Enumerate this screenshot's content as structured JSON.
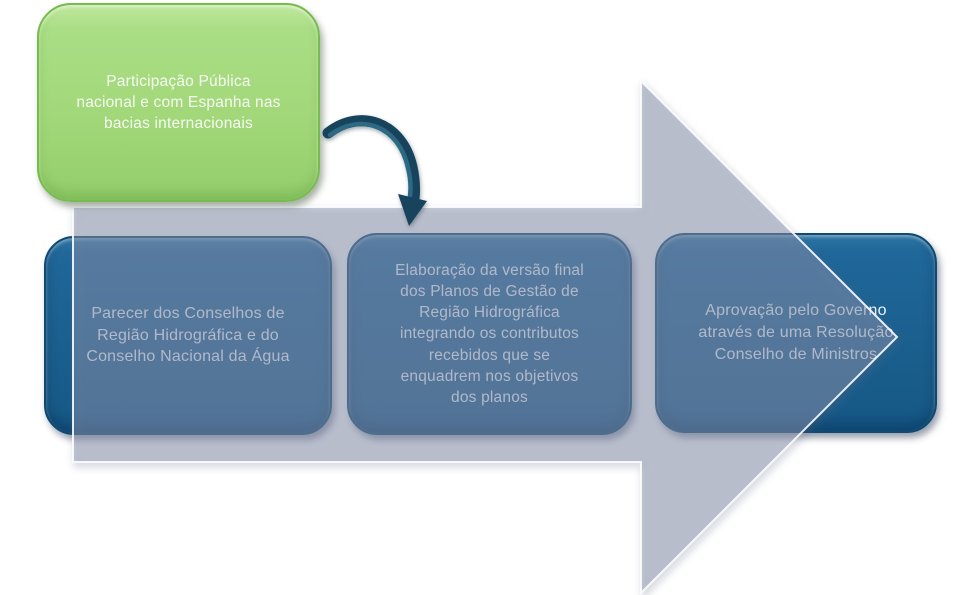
{
  "diagram": {
    "background_color": "#ffffff",
    "colors": {
      "green_node_fill": "#a2d87a",
      "green_node_border": "#77bb4e",
      "blue_node_fill": "#1b608f",
      "blue_node_border": "#0e4a71",
      "flow_arrow_fill": "#c9cfde",
      "curved_connector": "#17445c",
      "node_text": "#ffffff"
    },
    "nodes": [
      {
        "id": "participacao-publica",
        "type": "callout-green",
        "label": "Participação Pública\nnacional e com Espanha nas\nbacias internacionais"
      },
      {
        "id": "parecer-conselhos",
        "type": "process-blue",
        "label": "Parecer dos Conselhos de\nRegião Hidrográfica e do\nConselho Nacional da Água"
      },
      {
        "id": "elaboracao-versao-final",
        "type": "process-blue",
        "label": "Elaboração da versão final\ndos Planos de Gestão de\nRegião Hidrográfica\nintegrando os contributos\nrecebidos que se\nenquadrem nos objetivos\ndos planos"
      },
      {
        "id": "aprovacao-governo",
        "type": "process-blue",
        "label": "Aprovação pelo Governo\natravés de uma Resolução\nConselho de Ministros"
      }
    ],
    "connectors": [
      {
        "id": "flow-arrow",
        "shape": "right-arrow",
        "style": "translucent-gray"
      },
      {
        "id": "curved-connector",
        "shape": "curved-down-arrow",
        "from": "participacao-publica",
        "to": "flow-arrow"
      }
    ]
  }
}
